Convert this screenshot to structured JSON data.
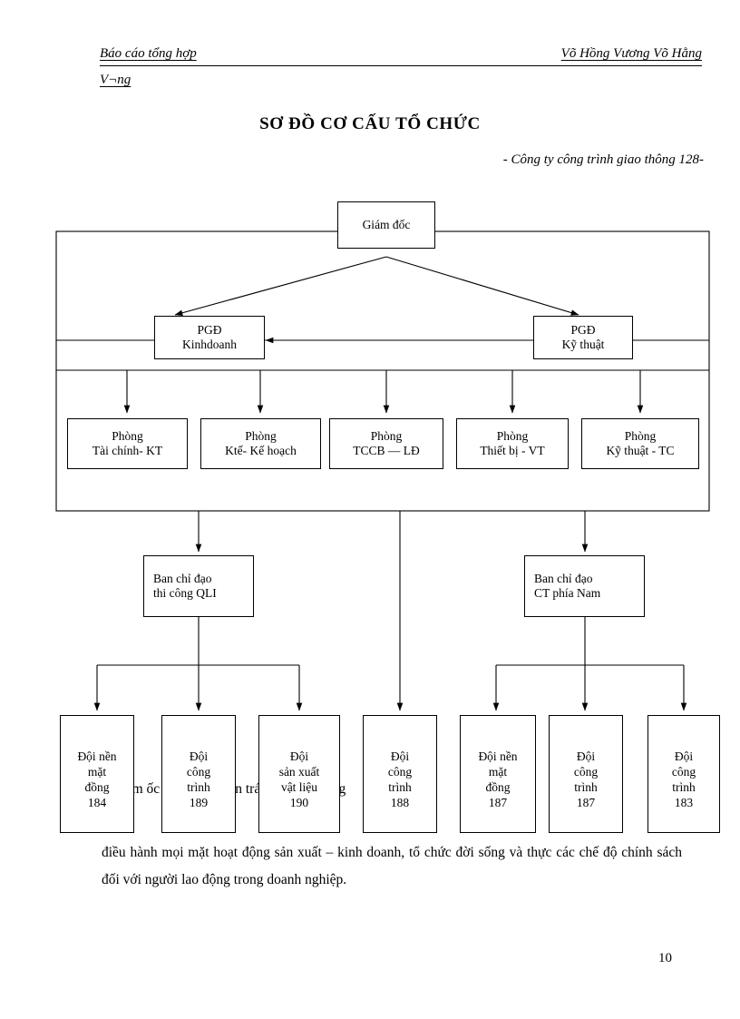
{
  "header": {
    "left": "Báo cáo tổng hợp",
    "right": "Võ Hồng Vương    Võ Hằng",
    "second_line": "V¬ng"
  },
  "title": "SƠ ĐỒ CƠ CẤU TỔ CHỨC",
  "subtitle": "- Công ty công trình giao thông 128-",
  "chart_data": {
    "type": "diagram",
    "title": "SƠ ĐỒ CƠ CẤU TỔ CHỨC",
    "nodes": [
      {
        "id": "director",
        "label_1": "Giám đốc",
        "label_2": "",
        "label_3": "",
        "label_4": ""
      },
      {
        "id": "pgd-kd",
        "label_1": "PGĐ",
        "label_2": "Kinhdoanh",
        "label_3": "",
        "label_4": ""
      },
      {
        "id": "pgd-kt",
        "label_1": "PGĐ",
        "label_2": "Kỹ thuật",
        "label_3": "",
        "label_4": ""
      },
      {
        "id": "dept-1",
        "label_1": "Phòng",
        "label_2": "Tài chính- KT",
        "label_3": "",
        "label_4": ""
      },
      {
        "id": "dept-2",
        "label_1": "Phòng",
        "label_2": "Ktế- Kế hoạch",
        "label_3": "",
        "label_4": ""
      },
      {
        "id": "dept-3",
        "label_1": "Phòng",
        "label_2": "TCCB — LĐ",
        "label_3": "",
        "label_4": ""
      },
      {
        "id": "dept-4",
        "label_1": "Phòng",
        "label_2": "Thiết bị - VT",
        "label_3": "",
        "label_4": ""
      },
      {
        "id": "dept-5",
        "label_1": "Phòng",
        "label_2": "Kỹ thuật - TC",
        "label_3": "",
        "label_4": ""
      },
      {
        "id": "board-1",
        "label_1": "Ban chỉ đạo",
        "label_2": "thi công QLI",
        "label_3": "",
        "label_4": ""
      },
      {
        "id": "board-2",
        "label_1": "Ban chỉ đạo",
        "label_2": "CT phía Nam",
        "label_3": "",
        "label_4": ""
      },
      {
        "id": "team-184",
        "label_1": "Đội nền",
        "label_2": "mặt",
        "label_3": "đồng",
        "label_4": "184"
      },
      {
        "id": "team-189",
        "label_1": "Đội",
        "label_2": "công",
        "label_3": "trình",
        "label_4": "189"
      },
      {
        "id": "team-190",
        "label_1": "Đội",
        "label_2": "sản xuất",
        "label_3": "vật liệu",
        "label_4": "190"
      },
      {
        "id": "team-188",
        "label_1": "Đội",
        "label_2": "công",
        "label_3": "trình",
        "label_4": "188"
      },
      {
        "id": "team-187a",
        "label_1": "Đội nền",
        "label_2": "mặt",
        "label_3": "đồng",
        "label_4": "187"
      },
      {
        "id": "team-187b",
        "label_1": "Đội",
        "label_2": "công",
        "label_3": "trình",
        "label_4": "187"
      },
      {
        "id": "team-183",
        "label_1": "Đội",
        "label_2": "công",
        "label_3": "trình",
        "label_4": "183"
      }
    ],
    "edges": [
      {
        "from": "director",
        "to": "pgd-kd",
        "style": "arrow"
      },
      {
        "from": "director",
        "to": "pgd-kt",
        "style": "arrow"
      },
      {
        "from": "pgd-kt",
        "to": "pgd-kd",
        "style": "double-arrow"
      },
      {
        "from": "frame",
        "to": "dept-1",
        "style": "arrow"
      },
      {
        "from": "frame",
        "to": "dept-2",
        "style": "arrow"
      },
      {
        "from": "frame",
        "to": "dept-3",
        "style": "arrow"
      },
      {
        "from": "frame",
        "to": "dept-4",
        "style": "arrow"
      },
      {
        "from": "frame",
        "to": "dept-5",
        "style": "arrow"
      },
      {
        "from": "frame",
        "to": "board-1",
        "style": "arrow"
      },
      {
        "from": "frame",
        "to": "board-2",
        "style": "arrow"
      },
      {
        "from": "frame",
        "to": "team-188",
        "style": "arrow"
      },
      {
        "from": "board-1",
        "to": "team-184",
        "style": "arrow"
      },
      {
        "from": "board-1",
        "to": "team-189",
        "style": "arrow"
      },
      {
        "from": "board-1",
        "to": "team-190",
        "style": "arrow"
      },
      {
        "from": "board-2",
        "to": "team-187a",
        "style": "arrow"
      },
      {
        "from": "board-2",
        "to": "team-187b",
        "style": "arrow"
      },
      {
        "from": "board-2",
        "to": "team-183",
        "style": "arrow"
      }
    ]
  },
  "body": {
    "occluded_line": "n C            ồm            ốc và            đồng            G            à n            trách            ốc p            trướ            ng",
    "paragraph_line_1": "điều hành mọi mặt hoạt động sản xuất – kinh doanh, tổ chức đời sống và thực các",
    "paragraph_line_2": "chế độ chính sách đối với người lao động trong doanh nghiệp."
  },
  "page_number": "10"
}
